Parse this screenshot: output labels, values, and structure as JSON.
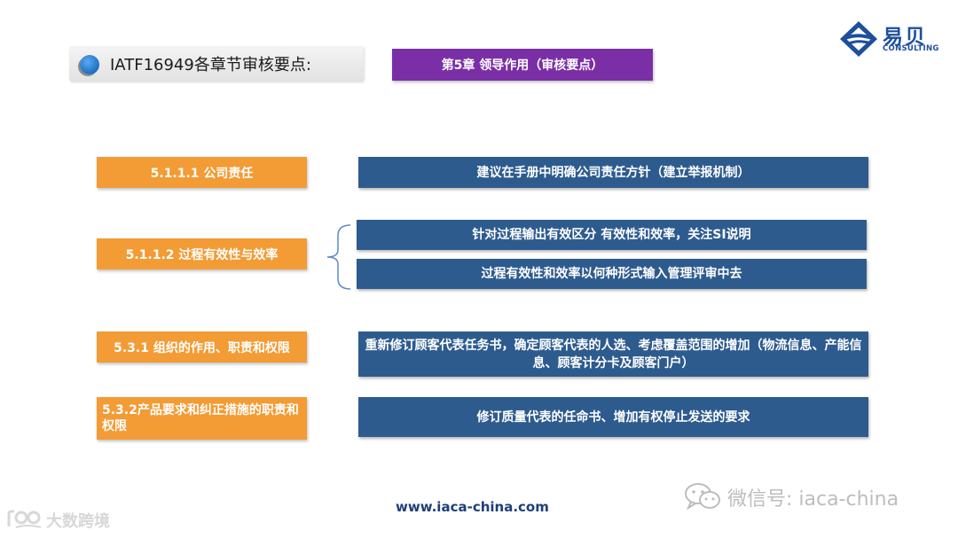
{
  "header": {
    "title": "IATF16949各章节审核要点:",
    "chapter": "第5章  领导作用（审核要点）"
  },
  "logo": {
    "name_cn": "易贝",
    "name_en": "CONSULTING",
    "color": "#1e4f9c"
  },
  "colors": {
    "orange": "#f39b34",
    "blue": "#2e5b8e",
    "purple": "#7b2fa6"
  },
  "rows": [
    {
      "label": "5.1.1.1   公司责任",
      "items": [
        "建议在手册中明确公司责任方针（建立举报机制）"
      ]
    },
    {
      "label": "5.1.1.2  过程有效性与效率",
      "items": [
        "针对过程输出有效区分 有效性和效率，关注SI说明",
        "过程有效性和效率以何种形式输入管理评审中去"
      ]
    },
    {
      "label": "5.3.1 组织的作用、职责和权限",
      "items": [
        "重新修订顾客代表任务书，确定顾客代表的人选、考虑覆盖范围的增加（物流信息、产能信息、顾客计分卡及顾客门户）"
      ]
    },
    {
      "label": "5.3.2产品要求和纠正措施的职责和权限",
      "items": [
        "修订质量代表的任命书、增加有权停止发送的要求"
      ]
    }
  ],
  "footer": {
    "url": "www.iaca-china.com",
    "wechat": "微信号: iaca-china",
    "watermark": "大数跨境"
  }
}
